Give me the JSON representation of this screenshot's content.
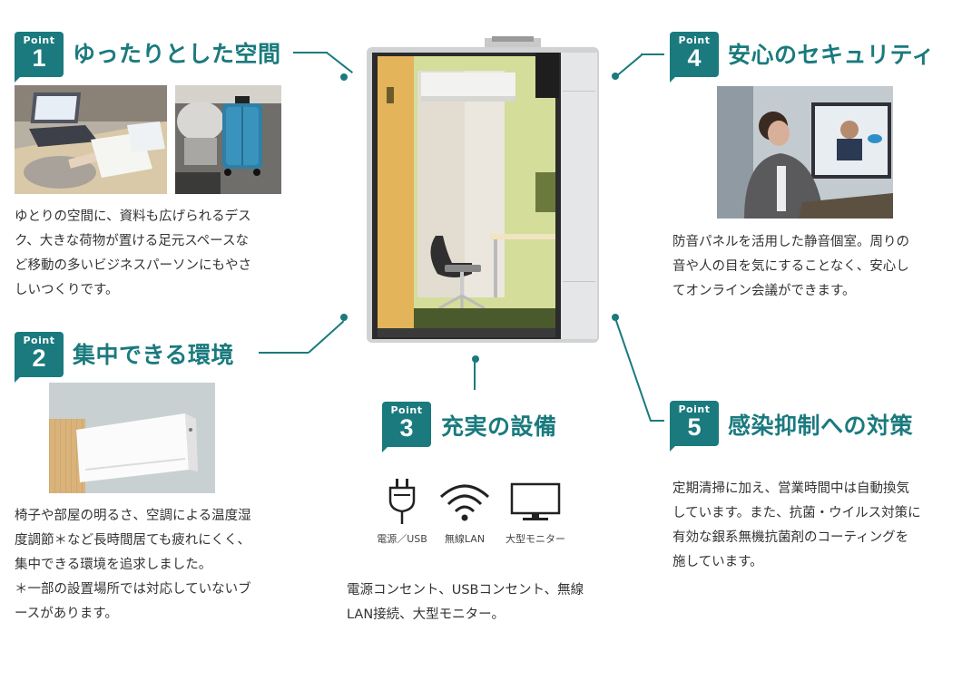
{
  "points": [
    {
      "badge_label": "Point",
      "number": "1",
      "title": "ゆったりとした空間",
      "lines": [
        "ゆとりの空間に、資料も広げられるデス",
        "ク、大きな荷物が置ける足元スペースな",
        "ど移動の多いビジネスパーソンにもやさ",
        "しいつくりです。"
      ]
    },
    {
      "badge_label": "Point",
      "number": "2",
      "title": "集中できる環境",
      "lines": [
        "椅子や部屋の明るさ、空調による温度湿",
        "度調節＊など長時間居ても疲れにくく、",
        "集中できる環境を追求しました。",
        "＊一部の設置場所では対応していないブ",
        "ースがあります。"
      ]
    },
    {
      "badge_label": "Point",
      "number": "3",
      "title": "充実の設備",
      "icons": [
        {
          "icon": "plug-icon",
          "label": "電源／USB"
        },
        {
          "icon": "wifi-icon",
          "label": "無線LAN"
        },
        {
          "icon": "monitor-icon",
          "label": "大型モニター"
        }
      ],
      "lines": [
        "電源コンセント、USBコンセント、無線",
        "LAN接続、大型モニター。"
      ]
    },
    {
      "badge_label": "Point",
      "number": "4",
      "title": "安心のセキュリティ",
      "lines": [
        "防音パネルを活用した静音個室。周りの",
        "音や人の目を気にすることなく、安心し",
        "てオンライン会議ができます。"
      ]
    },
    {
      "badge_label": "Point",
      "number": "5",
      "title": "感染抑制への対策",
      "lines": [
        "定期清掃に加え、営業時間中は自動換気",
        "しています。また、抗菌・ウイルス対策に",
        "有効な銀系無機抗菌剤のコーティングを",
        "施しています。"
      ]
    }
  ],
  "colors": {
    "accent": "#1a7a7e",
    "text": "#333333",
    "booth_wall": "#e9b85a",
    "booth_green": "#c9d98a"
  }
}
